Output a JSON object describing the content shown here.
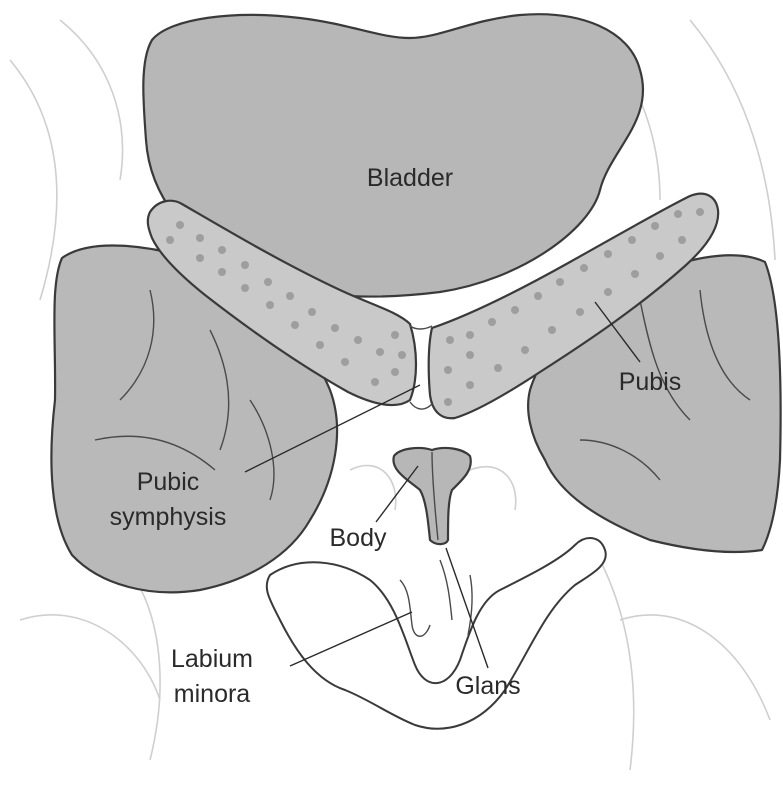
{
  "diagram": {
    "labels": {
      "bladder": "Bladder",
      "pubis": "Pubis",
      "pubic_symphysis_line1": "Pubic",
      "pubic_symphysis_line2": "symphysis",
      "body": "Body",
      "labium_minora_line1": "Labium",
      "labium_minora_line2": "minora",
      "glans": "Glans"
    },
    "colors": {
      "organ_fill": "#b7b7b7",
      "bone_fill": "#c9c9c9",
      "outline": "#3a3a3a",
      "background": "#ffffff"
    }
  }
}
